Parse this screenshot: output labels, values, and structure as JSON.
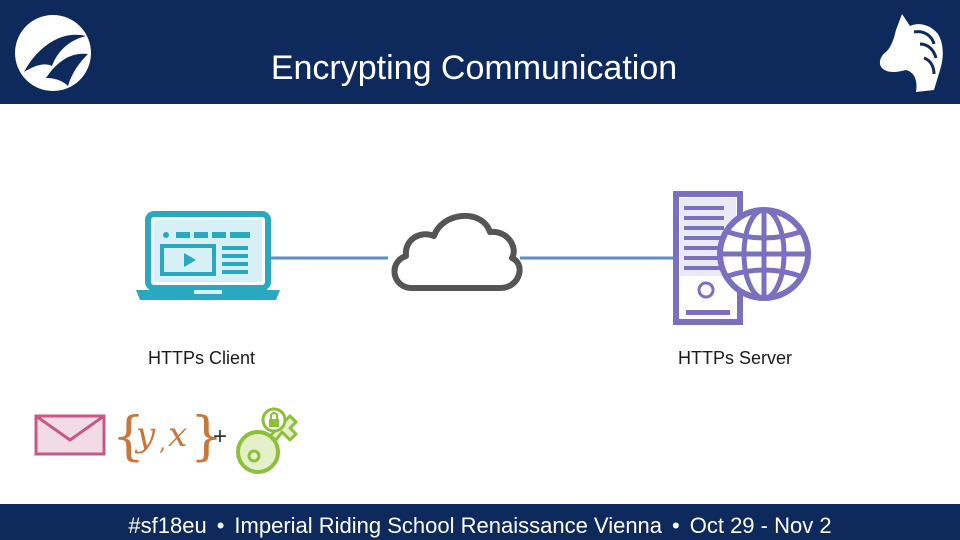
{
  "slide": {
    "title": "Encrypting Communication",
    "client_label": "HTTPs Client",
    "server_label": "HTTPs Server",
    "plus_sign": "+",
    "formula_vars": [
      "y",
      "x"
    ]
  },
  "footer": {
    "hashtag": "#sf18eu",
    "venue": "Imperial Riding School Renaissance Vienna",
    "dates": "Oct 29 - Nov 2",
    "separator": "•"
  },
  "icons": {
    "left_logo": "wireshark-fin-icon",
    "right_logo": "horse-head-icon",
    "client": "laptop-icon",
    "network": "cloud-icon",
    "server": "server-tower-icon",
    "globe": "globe-icon",
    "message": "envelope-icon",
    "formula": "formula-braces-icon",
    "key": "key-with-lock-icon"
  },
  "colors": {
    "header_bg": "#0e2a5c",
    "client_teal": "#2aa8c0",
    "server_purple": "#7b6fc0",
    "cloud_gray": "#555555",
    "link_blue": "#5b8fc7",
    "envelope_pink": "#c7598a",
    "formula_orange": "#c8763a",
    "key_green": "#8cbf3a"
  }
}
